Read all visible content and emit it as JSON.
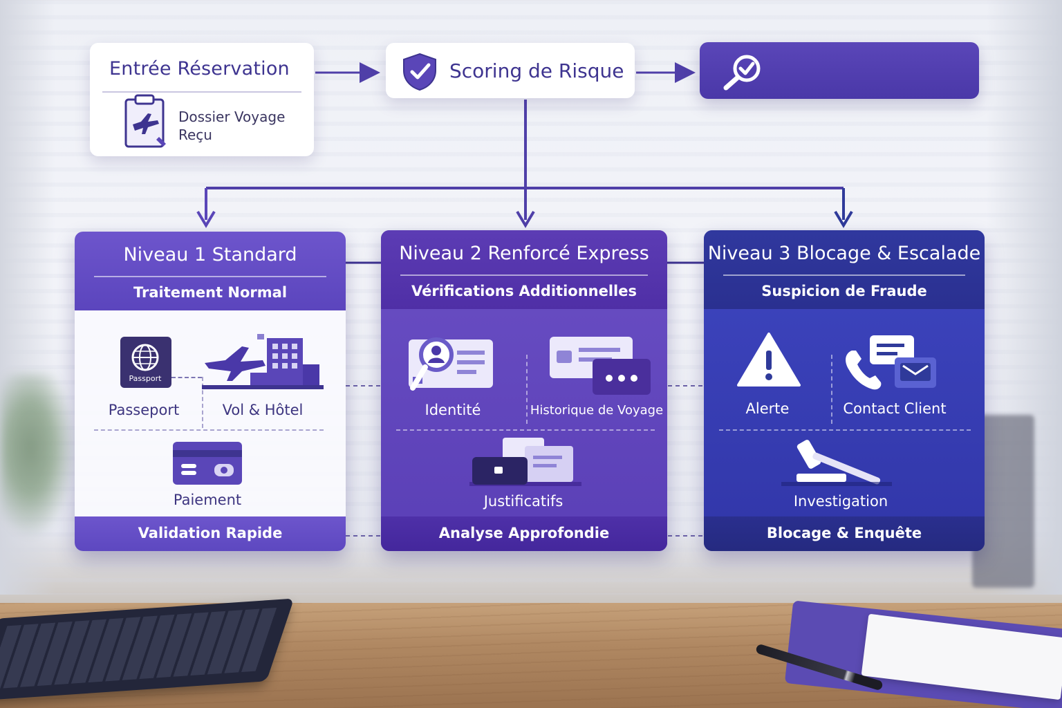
{
  "colors": {
    "accent": "#4a38a8",
    "level1": "#6d55cc",
    "level2": "#5c3cb4",
    "level3": "#30389e",
    "connector": "#4f3fa8"
  },
  "entry": {
    "title": "Entrée Réservation",
    "subtitle_line1": "Dossier Voyage",
    "subtitle_line2": "Reçu",
    "icon": "clipboard-plane-icon"
  },
  "scoring": {
    "title": "Scoring de Risque",
    "icon": "shield-check-icon"
  },
  "verification": {
    "icon": "magnifier-check-icon"
  },
  "levels": [
    {
      "title": "Niveau 1 Standard",
      "subtitle": "Traitement Normal",
      "items": [
        {
          "label": "Passeport",
          "icon": "passport-icon",
          "icon_text": "Passport"
        },
        {
          "label": "Vol & Hôtel",
          "icon": "plane-hotel-icon"
        },
        {
          "label": "Paiement",
          "icon": "credit-card-icon"
        }
      ],
      "footer": "Validation Rapide"
    },
    {
      "title": "Niveau 2 Renforcé Express",
      "subtitle": "Vérifications Additionnelles",
      "items": [
        {
          "label": "Identité",
          "icon": "id-magnifier-icon"
        },
        {
          "label": "Historique de Voyage",
          "icon": "tickets-icon"
        },
        {
          "label": "Justificatifs",
          "icon": "documents-briefcase-icon"
        }
      ],
      "footer": "Analyse Approfondie"
    },
    {
      "title": "Niveau 3 Blocage & Escalade",
      "subtitle": "Suspicion de Fraude",
      "items": [
        {
          "label": "Alerte",
          "icon": "warning-icon"
        },
        {
          "label": "Contact Client",
          "icon": "phone-message-icon"
        },
        {
          "label": "Investigation",
          "icon": "gavel-icon"
        }
      ],
      "footer": "Blocage & Enquête"
    }
  ]
}
